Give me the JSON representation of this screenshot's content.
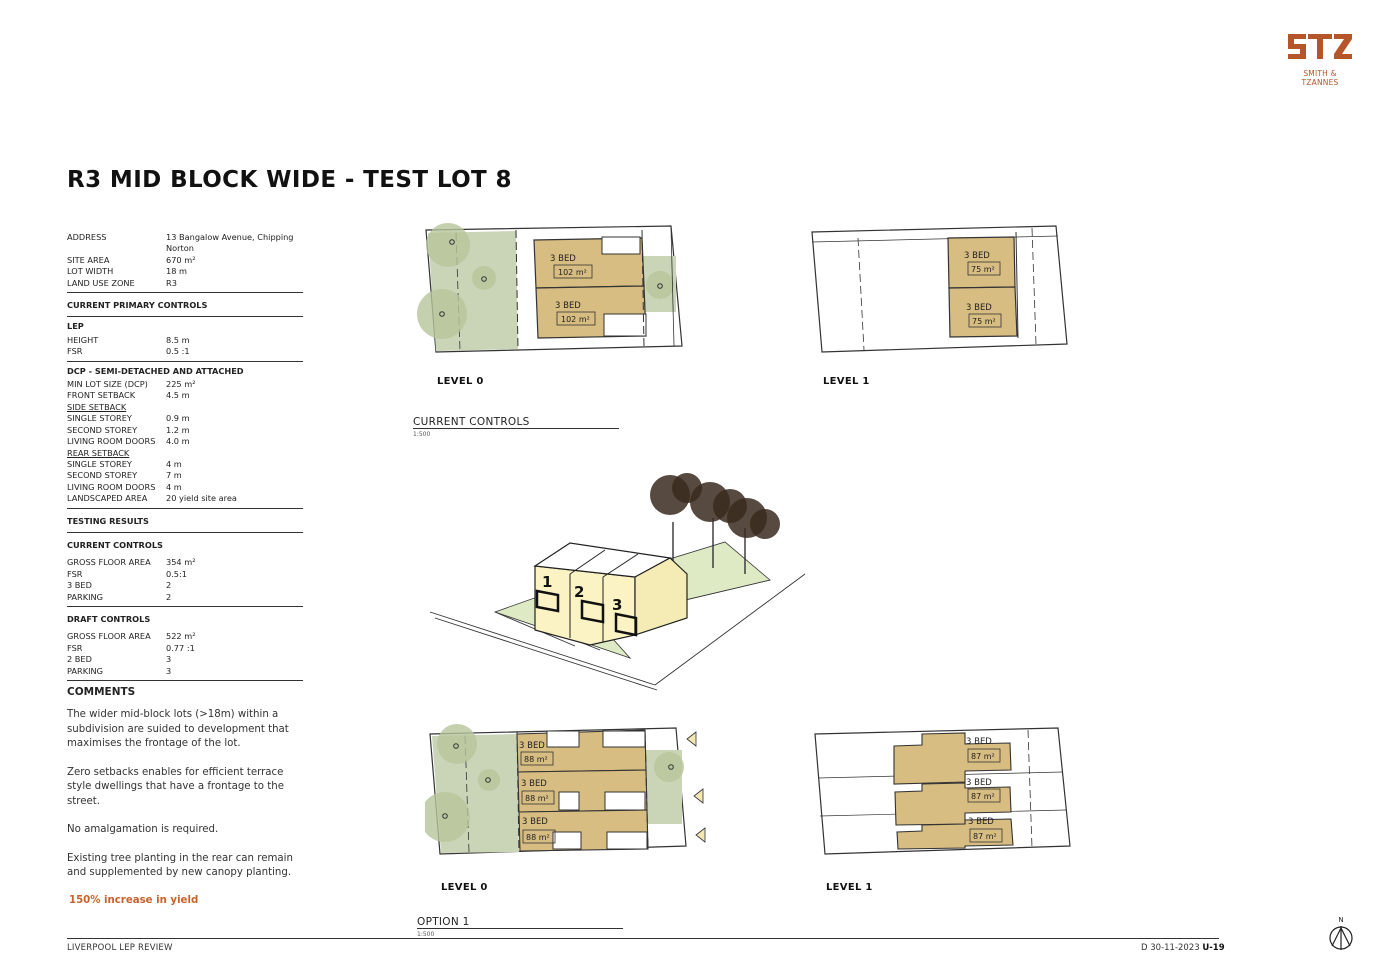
{
  "title": "R3 MID BLOCK WIDE - TEST LOT 8",
  "logo": {
    "brand_text": "SMITH & TZANNES",
    "mark": "STZ"
  },
  "site": [
    {
      "label": "ADDRESS",
      "value": "13 Bangalow Avenue, Chipping Norton"
    },
    {
      "label": "SITE AREA",
      "value": "670 m²"
    },
    {
      "label": "LOT WIDTH",
      "value": "18 m"
    },
    {
      "label": "LAND USE ZONE",
      "value": "R3"
    }
  ],
  "current_primary_controls": "CURRENT PRIMARY CONTROLS",
  "lep": {
    "heading": "LEP",
    "rows": [
      {
        "label": "HEIGHT",
        "value": "8.5 m"
      },
      {
        "label": "FSR",
        "value": "0.5 :1"
      }
    ]
  },
  "dcp": {
    "heading": "DCP - SEMI-DETACHED AND ATTACHED",
    "rows_a": [
      {
        "label": "MIN LOT SIZE (DCP)",
        "value": "225 m²"
      },
      {
        "label": "FRONT SETBACK",
        "value": "4.5 m"
      }
    ],
    "side_setback": "SIDE SETBACK",
    "rows_side": [
      {
        "label": "SINGLE STOREY",
        "value": "0.9 m"
      },
      {
        "label": "SECOND STOREY",
        "value": "1.2 m"
      },
      {
        "label": "LIVING ROOM DOORS",
        "value": "4.0 m"
      }
    ],
    "rear_setback": "REAR SETBACK",
    "rows_rear": [
      {
        "label": "SINGLE STOREY",
        "value": "4 m"
      },
      {
        "label": "SECOND STOREY",
        "value": "7 m"
      },
      {
        "label": "LIVING ROOM DOORS",
        "value": "4 m"
      },
      {
        "label": "LANDSCAPED AREA",
        "value": "20 yield site area"
      }
    ]
  },
  "testing_results": "TESTING RESULTS",
  "current_controls": {
    "heading": "CURRENT CONTROLS",
    "rows": [
      {
        "label": "GROSS FLOOR AREA",
        "value": "354 m²"
      },
      {
        "label": "FSR",
        "value": "0.5:1"
      },
      {
        "label": "3 BED",
        "value": "2"
      },
      {
        "label": "PARKING",
        "value": "2"
      }
    ]
  },
  "draft_controls": {
    "heading": "DRAFT CONTROLS",
    "rows": [
      {
        "label": "GROSS FLOOR AREA",
        "value": "522 m²"
      },
      {
        "label": "FSR",
        "value": "0.77 :1"
      },
      {
        "label": "2 BED",
        "value": "3"
      },
      {
        "label": "PARKING",
        "value": "3"
      }
    ]
  },
  "comments": {
    "heading": "COMMENTS",
    "paragraphs": [
      "The wider mid-block lots (>18m) within a subdivision are suided to development that maximises the frontage of the lot.",
      "Zero setbacks enables for efficient terrace style dwellings that have a frontage to the street.",
      "No amalgamation is required.",
      "Existing tree planting in the rear can remain and supplemented by new canopy planting."
    ],
    "highlight": "150% increase in yield"
  },
  "plans": {
    "level0": "LEVEL 0",
    "level1": "LEVEL 1",
    "current_label": "CURRENT CONTROLS",
    "option_label": "OPTION 1",
    "scale": "1:500",
    "current_l0_units": [
      {
        "type": "3 BED",
        "area": "102 m²"
      },
      {
        "type": "3 BED",
        "area": "102 m²"
      }
    ],
    "current_l1_units": [
      {
        "type": "3 BED",
        "area": "75 m²"
      },
      {
        "type": "3 BED",
        "area": "75 m²"
      }
    ],
    "option_l0_units": [
      {
        "type": "3 BED",
        "area": "88 m²"
      },
      {
        "type": "3 BED",
        "area": "88 m²"
      },
      {
        "type": "3 BED",
        "area": "88 m²"
      }
    ],
    "option_l1_units": [
      {
        "type": "3 BED",
        "area": "87 m²"
      },
      {
        "type": "3 BED",
        "area": "87 m²"
      },
      {
        "type": "3 BED",
        "area": "87 m²"
      }
    ],
    "axo_numbers": [
      "1",
      "2",
      "3"
    ]
  },
  "footer": {
    "left": "LIVERPOOL LEP REVIEW",
    "right_prefix": "D 30-11-2023",
    "right_code": "U-19",
    "north": "N"
  },
  "colors": {
    "unit_fill": "#d8bd82",
    "landscape_fill": "#cad5b8",
    "tree_fill": "#b6c49a",
    "accent": "#c8622d",
    "logo": "#b4552a",
    "axo_yellow": "#fbf3c4"
  }
}
